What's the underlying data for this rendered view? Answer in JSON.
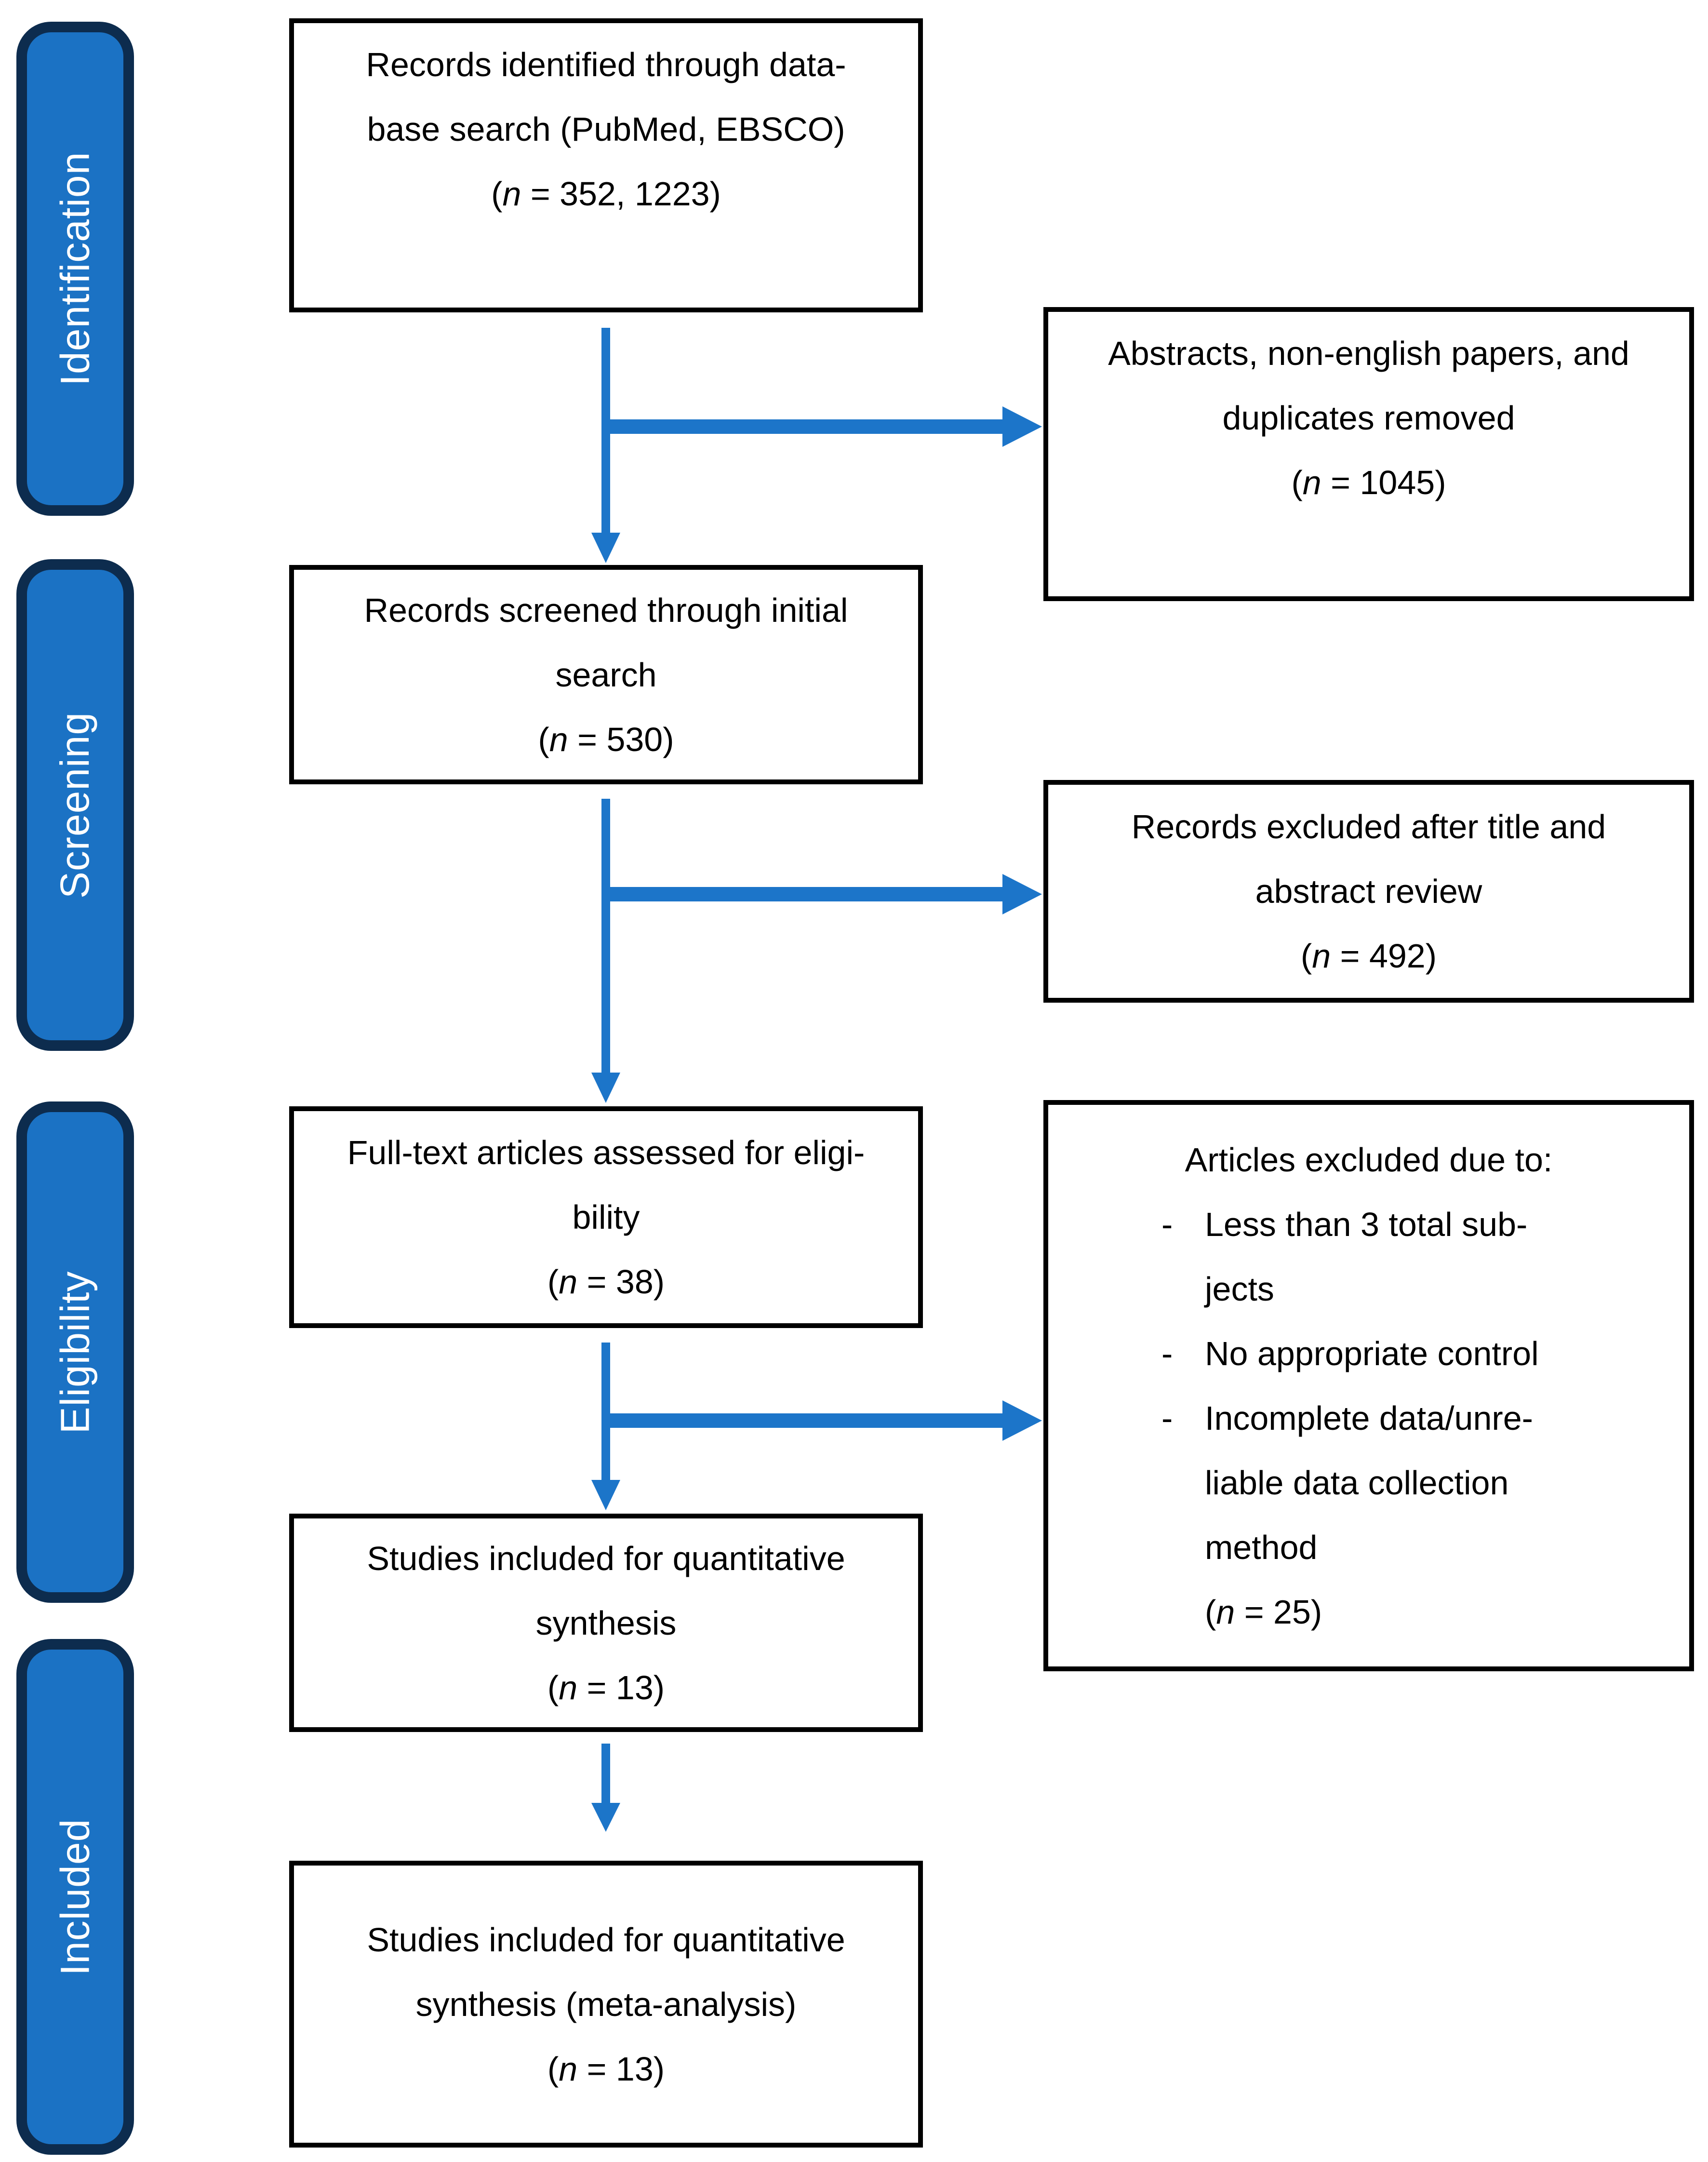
{
  "stages": [
    {
      "label": "Identification"
    },
    {
      "label": "Screening"
    },
    {
      "label": "Eligibility"
    },
    {
      "label": "Included"
    }
  ],
  "boxes": {
    "identified": {
      "lines": [
        "Records identified through data-",
        "base search (PubMed, EBSCO)"
      ],
      "stat": {
        "open": "(",
        "n": "n",
        "rest": " = 352, 1223)"
      }
    },
    "abstracts_removed": {
      "lines": [
        "Abstracts, non-english papers, and",
        "duplicates removed"
      ],
      "stat": {
        "open": "(",
        "n": "n",
        "rest": " = 1045)"
      }
    },
    "screened": {
      "lines": [
        "Records screened through initial",
        "search"
      ],
      "stat": {
        "open": "(",
        "n": "n",
        "rest": " = 530)"
      }
    },
    "title_abstract_excluded": {
      "lines": [
        "Records excluded after title and",
        "abstract review"
      ],
      "stat": {
        "open": "(",
        "n": "n",
        "rest": " = 492)"
      }
    },
    "fulltext_assessed": {
      "lines": [
        "Full-text articles assessed for eligi-",
        "bility"
      ],
      "stat": {
        "open": "(",
        "n": "n",
        "rest": " = 38)"
      }
    },
    "articles_excluded": {
      "heading": "Articles excluded due to:",
      "bullets": [
        {
          "marker": "-",
          "lines": [
            "Less than 3 total sub-",
            "jects"
          ]
        },
        {
          "marker": "-",
          "lines": [
            "No appropriate control"
          ]
        },
        {
          "marker": "-",
          "lines": [
            "Incomplete data/unre-",
            "liable data collection",
            "method"
          ]
        }
      ],
      "stat": {
        "open": "(",
        "n": "n",
        "rest": " = 25)"
      }
    },
    "quantitative_synthesis": {
      "lines": [
        "Studies included for quantitative",
        "synthesis"
      ],
      "stat": {
        "open": "(",
        "n": "n",
        "rest": " = 13)"
      }
    },
    "meta_analysis": {
      "lines": [
        "Studies included for quantitative",
        "synthesis (meta-analysis)"
      ],
      "stat": {
        "open": "(",
        "n": "n",
        "rest": " = 13)"
      }
    }
  },
  "colors": {
    "stage_fill": "#1B72C4",
    "stage_border": "#0D2C4E",
    "stage_text": "#FFFFFF",
    "arrow": "#1C75C9",
    "box_border": "#000000",
    "box_fill": "#FFFFFF",
    "box_text": "#000000"
  }
}
